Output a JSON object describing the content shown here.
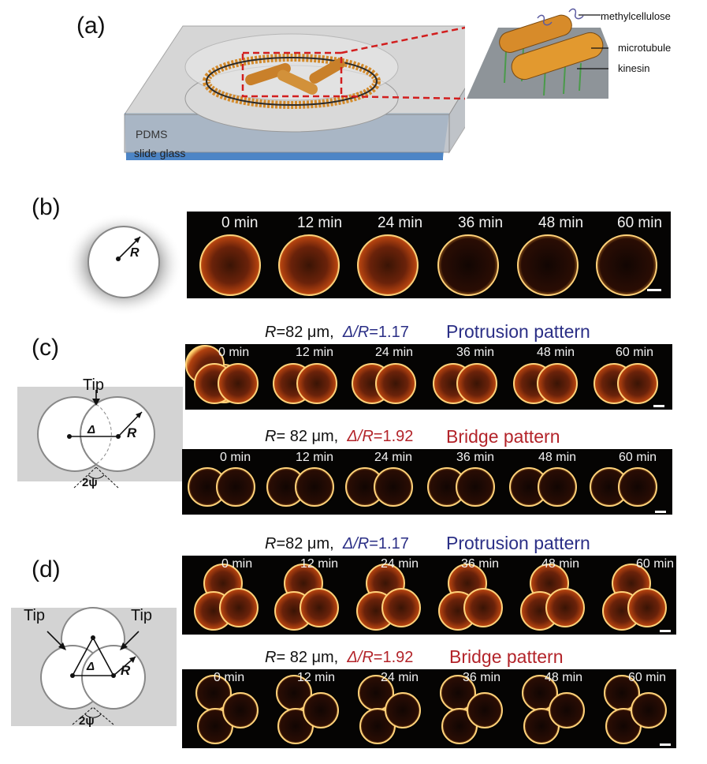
{
  "panel_a": {
    "label": "(a)",
    "layers": {
      "pdms": "PDMS",
      "slide_glass": "slide glass"
    },
    "callouts": {
      "methylcellulose": "methylcellulose",
      "microtubule": "microtubule",
      "kinesin": "kinesin"
    }
  },
  "panel_b": {
    "label": "(b)",
    "radius_symbol": "R",
    "times": [
      "0 min",
      "12 min",
      "24 min",
      "36 min",
      "48 min",
      "60 min"
    ]
  },
  "panel_c": {
    "label": "(c)",
    "tip": "Tip",
    "delta": "Δ",
    "radius_symbol": "R",
    "angle": "2ψ",
    "row1": {
      "r_sym": "R",
      "r_val": "=82 μm,",
      "ratio_sym": "Δ/R",
      "ratio_val": "=1.17",
      "pattern": "Protrusion pattern"
    },
    "row2": {
      "r_sym": "R",
      "r_val": "= 82 μm,",
      "ratio_sym": "Δ/R",
      "ratio_val": "=1.92",
      "pattern": "Bridge pattern"
    },
    "times": [
      "0 min",
      "12 min",
      "24 min",
      "36 min",
      "48 min",
      "60 min"
    ]
  },
  "panel_d": {
    "label": "(d)",
    "tip_left": "Tip",
    "tip_right": "Tip",
    "delta": "Δ",
    "radius_symbol": "R",
    "angle": "2ψ",
    "row1": {
      "r_sym": "R",
      "r_val": "=82 μm,",
      "ratio_sym": "Δ/R",
      "ratio_val": "=1.17",
      "pattern": "Protrusion pattern"
    },
    "row2": {
      "r_sym": "R",
      "r_val": "= 82 μm,",
      "ratio_sym": "Δ/R",
      "ratio_val": "=1.92",
      "pattern": "Bridge pattern"
    },
    "times": [
      "0 min",
      "12 min",
      "24 min",
      "36 min",
      "48 min",
      "60 min"
    ]
  },
  "colors": {
    "protrusion": "#2b2f86",
    "bridge": "#b3242a",
    "strip_bg": "#050403",
    "filament": "#f08a1a"
  }
}
